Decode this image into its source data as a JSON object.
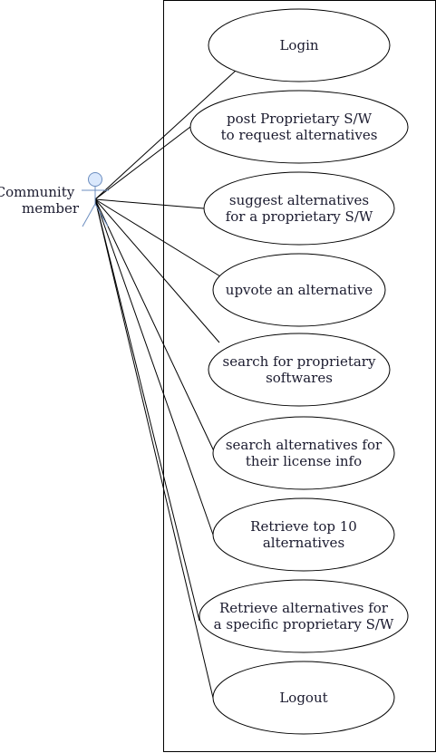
{
  "diagram": {
    "type": "use-case",
    "actor": {
      "name_lines": [
        "Community",
        "member"
      ]
    },
    "use_cases": [
      {
        "id": "login",
        "lines": [
          "Login"
        ]
      },
      {
        "id": "post-proprietary",
        "lines": [
          "post Proprietary S/W",
          "to request alternatives"
        ]
      },
      {
        "id": "suggest-alternatives",
        "lines": [
          "suggest alternatives",
          "for a proprietary S/W"
        ]
      },
      {
        "id": "upvote-alternative",
        "lines": [
          "upvote an alternative"
        ]
      },
      {
        "id": "search-proprietary",
        "lines": [
          "search for proprietary",
          "softwares"
        ]
      },
      {
        "id": "search-license",
        "lines": [
          "search alternatives for",
          "their license info"
        ]
      },
      {
        "id": "retrieve-top10",
        "lines": [
          "Retrieve top 10",
          "alternatives"
        ]
      },
      {
        "id": "retrieve-specific",
        "lines": [
          "Retrieve alternatives for",
          "a specific proprietary S/W"
        ]
      },
      {
        "id": "logout",
        "lines": [
          "Logout"
        ]
      }
    ],
    "colors": {
      "stroke": "#000000",
      "actor_fill": "#dae8fc",
      "actor_stroke": "#6c8ebf",
      "text": "#1a1a2e"
    }
  }
}
